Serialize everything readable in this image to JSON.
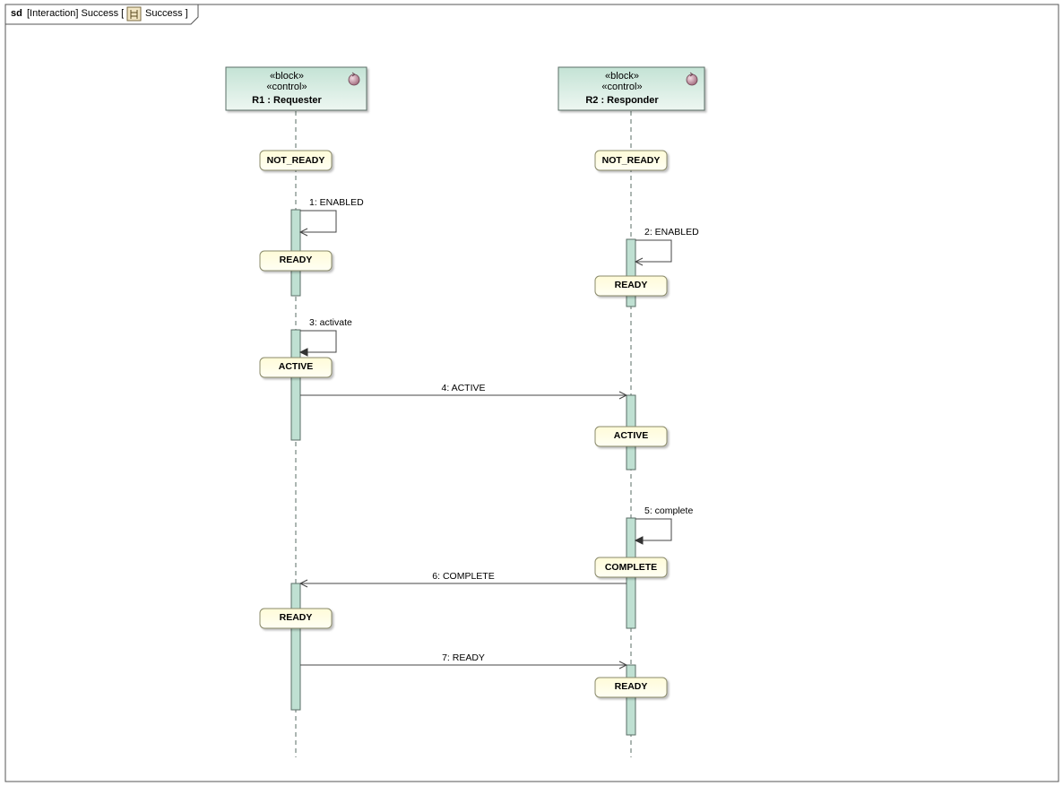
{
  "frame": {
    "keyword": "sd",
    "label_prefix": "[Interaction] Success [",
    "label_suffix": "Success ]",
    "icon": "interaction-icon"
  },
  "lifelines": [
    {
      "id": "R1",
      "stereotype_1": "«block»",
      "stereotype_2": "«control»",
      "name": "R1 : Requester",
      "icon": "control-circle-icon"
    },
    {
      "id": "R2",
      "stereotype_1": "«block»",
      "stereotype_2": "«control»",
      "name": "R2 : Responder",
      "icon": "control-circle-icon"
    }
  ],
  "states": [
    {
      "lifeline": "R1",
      "label": "NOT_READY"
    },
    {
      "lifeline": "R2",
      "label": "NOT_READY"
    },
    {
      "lifeline": "R1",
      "label": "READY"
    },
    {
      "lifeline": "R2",
      "label": "READY"
    },
    {
      "lifeline": "R1",
      "label": "ACTIVE"
    },
    {
      "lifeline": "R2",
      "label": "ACTIVE"
    },
    {
      "lifeline": "R2",
      "label": "COMPLETE"
    },
    {
      "lifeline": "R1",
      "label": "READY"
    },
    {
      "lifeline": "R2",
      "label": "READY"
    }
  ],
  "messages": [
    {
      "label": "1: ENABLED",
      "from": "R1",
      "to": "R1",
      "kind": "async-self"
    },
    {
      "label": "2: ENABLED",
      "from": "R2",
      "to": "R2",
      "kind": "async-self"
    },
    {
      "label": "3: activate",
      "from": "R1",
      "to": "R1",
      "kind": "sync-self"
    },
    {
      "label": "4: ACTIVE",
      "from": "R1",
      "to": "R2",
      "kind": "async"
    },
    {
      "label": "5: complete",
      "from": "R2",
      "to": "R2",
      "kind": "sync-self"
    },
    {
      "label": "6: COMPLETE",
      "from": "R2",
      "to": "R1",
      "kind": "async"
    },
    {
      "label": "7: READY",
      "from": "R1",
      "to": "R2",
      "kind": "async"
    }
  ],
  "colors": {
    "lifeline_fill": "#d8ece4",
    "lifeline_border": "#5a6e66",
    "activation_fill": "#bfe0d2",
    "state_fill": "#fffde0",
    "state_border": "#8a8a6a",
    "line": "#555555",
    "control_icon": "#b07a8a"
  }
}
